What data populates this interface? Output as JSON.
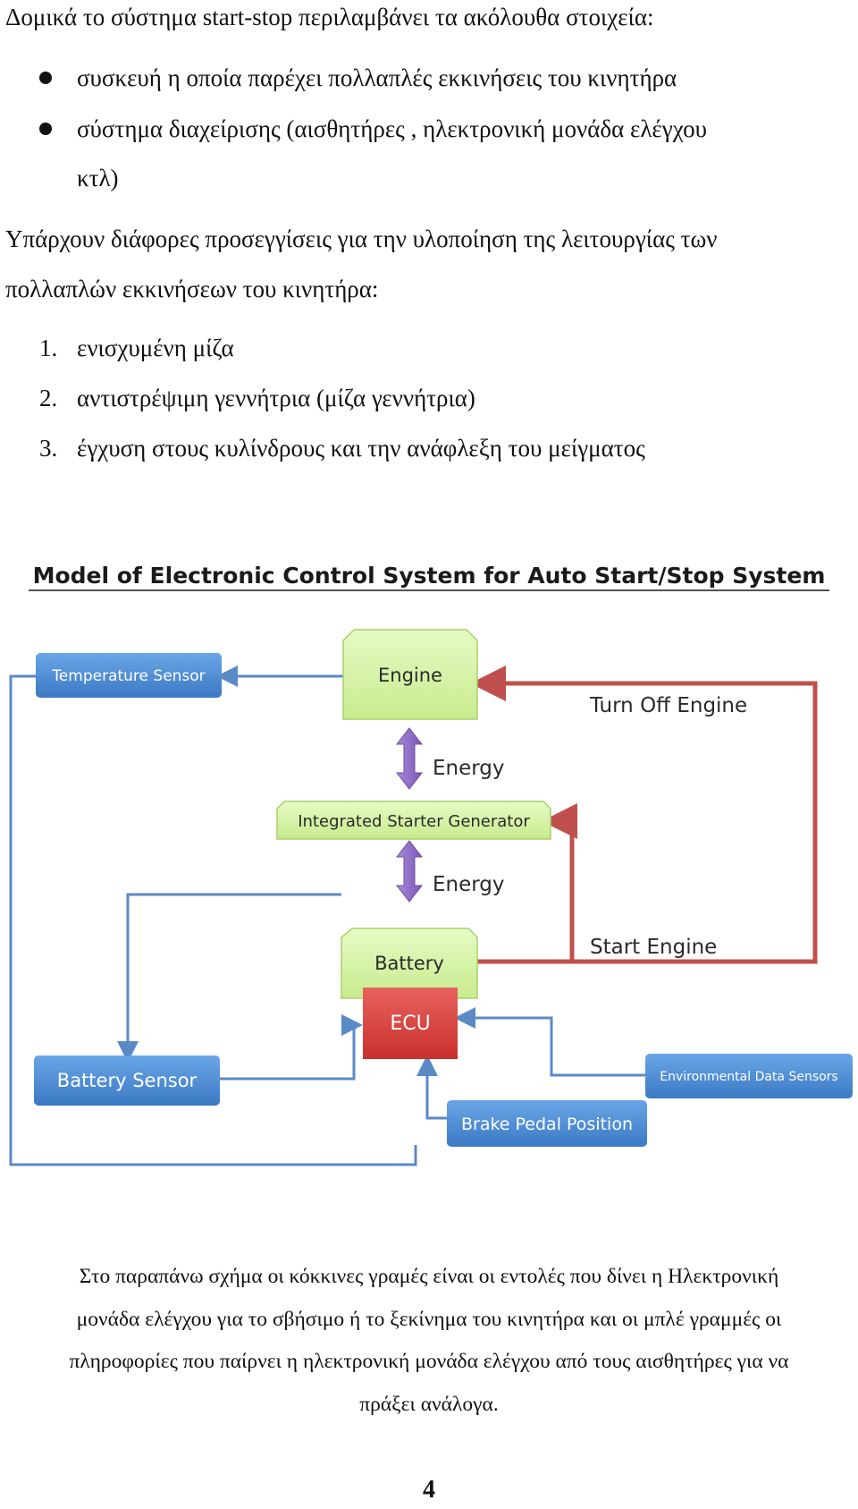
{
  "intro": "Δομικά το σύστημα start-stop περιλαμβάνει τα ακόλουθα στοιχεία:",
  "bullets": [
    "συσκευή η οποία παρέχει πολλαπλές εκκινήσεις του κινητήρα",
    "σύστημα διαχείρισης (αισθητήρες , ηλεκτρονική μονάδα ελέγχου",
    "κτλ)"
  ],
  "approaches_line1": "Υπάρχουν διάφορες προσεγγίσεις για την υλοποίηση της λειτουργίας των",
  "approaches_line2": "πολλαπλών εκκινήσεων του κινητήρα:",
  "numbered": [
    {
      "num": "1.",
      "text": "ενισχυμένη μίζα"
    },
    {
      "num": "2.",
      "text": "αντιστρέψιμη γεννήτρια (μίζα γεννήτρια)"
    },
    {
      "num": "3.",
      "text": "έγχυση στους κυλίνδρους και την ανάφλεξη του μείγματος"
    }
  ],
  "diagram": {
    "title": "Model of Electronic Control System for Auto Start/Stop System",
    "nodes": {
      "temperature_sensor": "Temperature Sensor",
      "engine": "Engine",
      "isg": "Integrated Starter Generator",
      "battery": "Battery",
      "ecu": "ECU",
      "battery_sensor": "Battery Sensor",
      "environmental": "Environmental Data Sensors",
      "brake_pedal": "Brake Pedal Position"
    },
    "labels": {
      "turn_off": "Turn Off Engine",
      "start": "Start Engine",
      "energy_top": "Energy",
      "energy_bottom": "Energy"
    },
    "colors": {
      "blue_box": "#4d8fd6",
      "green_box": "#d7f5a8",
      "ecu_red": "#d64541",
      "red_line": "#c0504d",
      "blue_line": "#5a8ac6",
      "purple_arrow": "#8e6cc4"
    }
  },
  "caption": [
    "Στο παραπάνω σχήμα οι κόκκινες γραμές είναι οι εντολές που δίνει η Ηλεκτρονική",
    "μονάδα ελέγχου για το σβήσιμο ή το ξεκίνημα του κινητήρα και οι μπλέ γραμμές οι",
    "πληροφορίες που παίρνει η ηλεκτρονική μονάδα ελέγχου από τους αισθητήρες για να",
    "πράξει ανάλογα."
  ],
  "page_number": "4"
}
